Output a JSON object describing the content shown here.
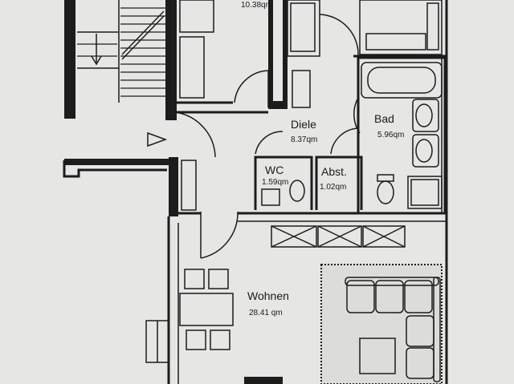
{
  "rooms": {
    "top": {
      "area": "10.38qm"
    },
    "diele": {
      "name": "Diele",
      "area": "8.37qm"
    },
    "bad": {
      "name": "Bad",
      "area": "5.96qm"
    },
    "wc": {
      "name": "WC",
      "area": "1.59qm"
    },
    "abst": {
      "name": "Abst.",
      "area": "1.02qm"
    },
    "wohnen": {
      "name": "Wohnen",
      "area": "28.41 qm"
    }
  },
  "colors": {
    "paper": "#e6e6e4",
    "ink": "#1c1c1c"
  }
}
